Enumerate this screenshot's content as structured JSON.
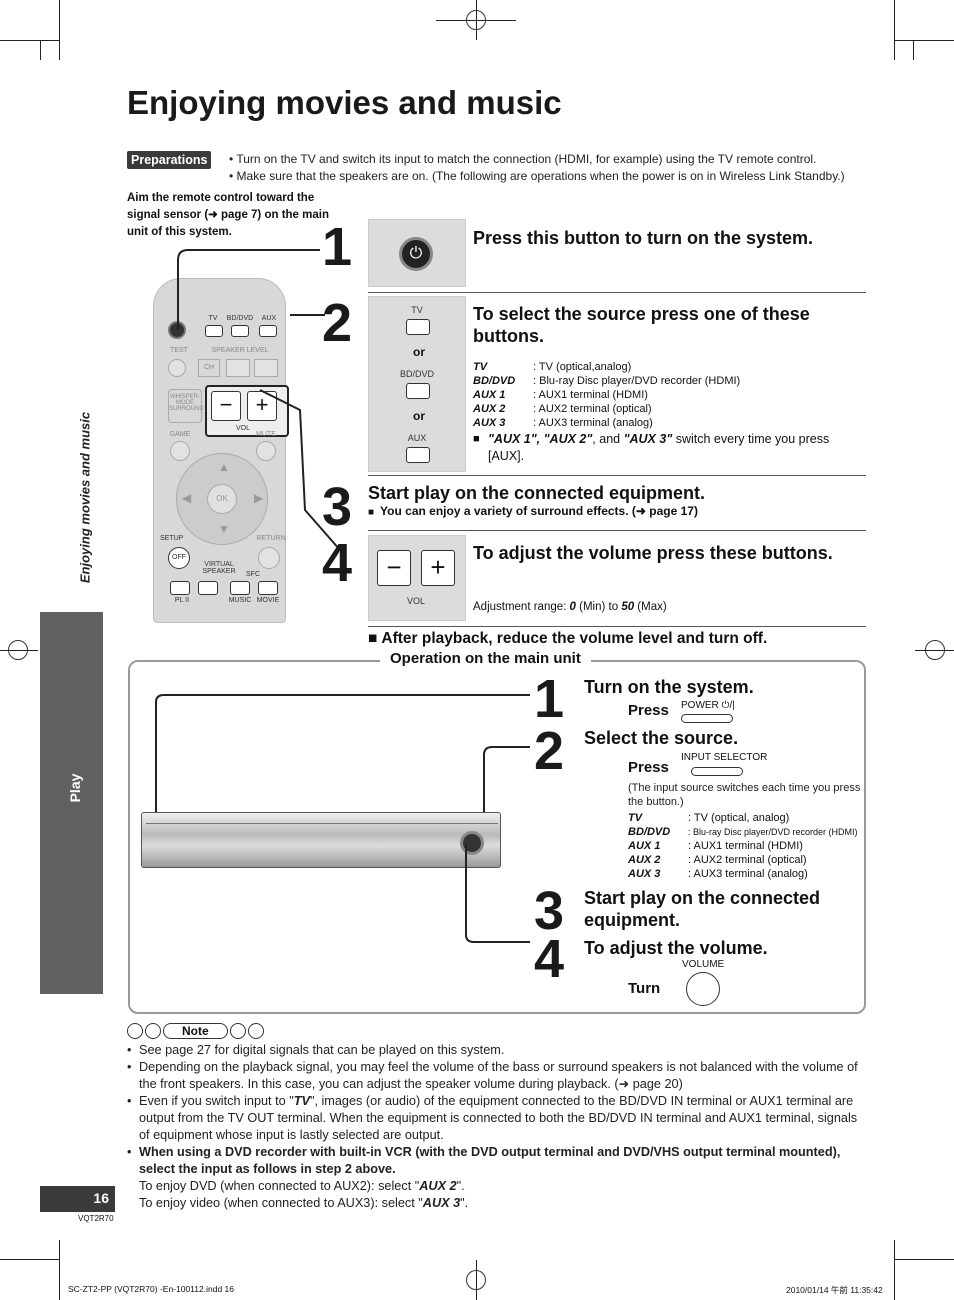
{
  "title": "Enjoying movies and music",
  "preparations_label": "Preparations",
  "preparations": [
    "• Turn on the TV and switch its input to match the connection (HDMI, for example) using the TV remote control.",
    "• Make sure that the speakers are on. (The following are operations when the power is on in Wireless Link Standby.)"
  ],
  "aim_note": "Aim the remote control toward the signal sensor (➜ page 7) on the main unit of this system.",
  "sidebar": {
    "section": "Play",
    "topic": "Enjoying movies and music"
  },
  "remote_labels": {
    "tv": "TV",
    "bd": "BD/DVD",
    "aux": "AUX",
    "test": "TEST",
    "speaker_level": "SPEAKER LEVEL",
    "ch": "CH",
    "whisper": "WHISPER-MODE SURROUND",
    "vol": "VOL",
    "game": "GAME",
    "mute": "MUTE",
    "ok": "OK",
    "setup": "SETUP",
    "return": "RETURN",
    "off": "OFF",
    "virtual": "VIRTUAL SPEAKER",
    "sfc": "SFC",
    "pl2": "PL II",
    "music": "MUSIC",
    "movie": "MOVIE"
  },
  "steps": {
    "n1": "1",
    "n2": "2",
    "n3": "3",
    "n4": "4",
    "s1_title": "Press this button to turn on the system.",
    "s2_title": "To select the source press one of these buttons.",
    "s2_tv": "TV",
    "s2_or": "or",
    "s2_bd": "BD/DVD",
    "s2_aux": "AUX",
    "s2_sources": [
      {
        "k": "TV",
        "v": ": TV (optical,analog)"
      },
      {
        "k": "BD/DVD",
        "v": ": Blu-ray Disc player/DVD recorder (HDMI)"
      },
      {
        "k": "AUX 1",
        "v": ": AUX1 terminal (HDMI)"
      },
      {
        "k": "AUX 2",
        "v": ": AUX2 terminal (optical)"
      },
      {
        "k": "AUX 3",
        "v": ": AUX3 terminal (analog)"
      }
    ],
    "s2_aux_note_a": "\"AUX 1\", \"AUX 2\"",
    "s2_aux_note_b": ", and ",
    "s2_aux_note_c": "\"AUX 3\"",
    "s2_aux_note_d": " switch every time you press [AUX].",
    "s3_title": "Start play on the connected equipment.",
    "s3_note": "You can enjoy a variety of surround effects. (➜ page 17)",
    "s4_title": "To adjust the volume press these buttons.",
    "s4_vol": "VOL",
    "s4_range_a": "Adjustment range: ",
    "s4_range_min": "0",
    "s4_range_b": " (Min) to ",
    "s4_range_max": "50",
    "s4_range_c": " (Max)",
    "after": "After playback, reduce the volume level and turn off."
  },
  "main_unit": {
    "label": "Operation on the main unit",
    "m1": "Turn on the system.",
    "press": "Press",
    "power": "POWER ⏻/|",
    "m2": "Select the source.",
    "input_selector": "INPUT SELECTOR",
    "m2_note": "(The input source switches each time you press the button.)",
    "sources": [
      {
        "k": "TV",
        "v": ": TV (optical, analog)"
      },
      {
        "k": "BD/DVD",
        "v": ": Blu-ray Disc player/DVD recorder (HDMI)"
      },
      {
        "k": "AUX 1",
        "v": ": AUX1 terminal (HDMI)"
      },
      {
        "k": "AUX 2",
        "v": ": AUX2 terminal (optical)"
      },
      {
        "k": "AUX 3",
        "v": ": AUX3 terminal (analog)"
      }
    ],
    "m3": "Start play on the connected equipment.",
    "m4": "To adjust the volume.",
    "turn": "Turn",
    "volume": "VOLUME"
  },
  "note_label": "Note",
  "notes": [
    "See page 27 for digital signals that can be played on this system.",
    "Depending on the playback signal, you may feel the volume of the bass or surround speakers is not balanced with the volume of the front speakers. In this case, you can adjust the speaker volume during playback. (➜ page 20)"
  ],
  "note3_a": "Even if you switch input to \"",
  "note3_tv": "TV",
  "note3_b": "\", images (or audio) of the equipment connected to the BD/DVD IN terminal or AUX1 terminal are output from the TV OUT terminal. When the equipment is connected to both the BD/DVD IN terminal and AUX1 terminal, signals of equipment whose input is lastly selected are output.",
  "note4_bold": "When using a DVD recorder with built-in VCR (with the DVD output terminal and DVD/VHS output terminal mounted), select the input as follows in step 2 above.",
  "note4_l1a": "To enjoy DVD (when connected to AUX2): select \"",
  "note4_l1b": "AUX 2",
  "note4_l1c": "\".",
  "note4_l2a": "To enjoy video (when connected to AUX3): select \"",
  "note4_l2b": "AUX 3",
  "note4_l2c": "\".",
  "page_number": "16",
  "doc_code": "VQT2R70",
  "footer_file": "SC-ZT2-PP (VQT2R70) -En-100112.indd   16",
  "footer_date": "2010/01/14   午前 11:35:42"
}
